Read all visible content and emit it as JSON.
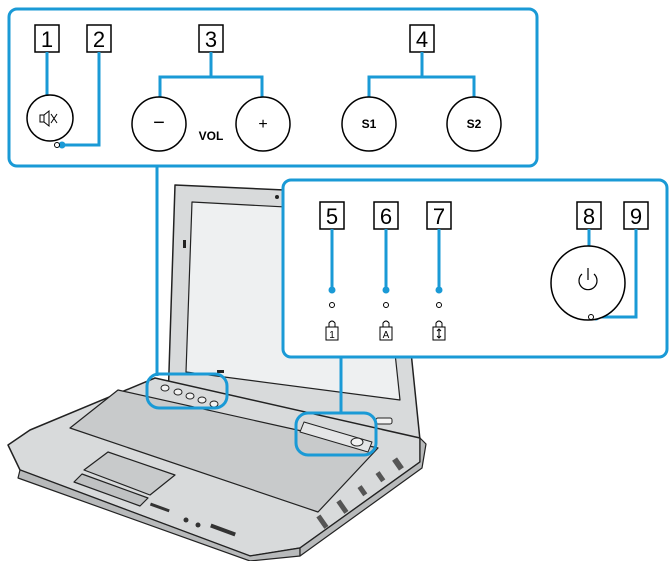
{
  "callouts": {
    "c1": "1",
    "c2": "2",
    "c3": "3",
    "c4": "4",
    "c5": "5",
    "c6": "6",
    "c7": "7",
    "c8": "8",
    "c9": "9"
  },
  "buttons": {
    "volume_down_symbol": "−",
    "volume_up_symbol": "+",
    "volume_label": "VOL",
    "s1_label": "S1",
    "s2_label": "S2"
  },
  "indicators": {
    "num_lock_icon": "num-lock-icon",
    "caps_lock_icon": "caps-lock-icon",
    "scroll_lock_icon": "scroll-lock-icon",
    "power_icon": "power-icon",
    "mute_icon": "mute-icon"
  },
  "colors": {
    "callout_blue": "#1a9ad6",
    "laptop_body": "#d8dadb",
    "laptop_outline": "#222222",
    "screen": "#eef0f1"
  }
}
